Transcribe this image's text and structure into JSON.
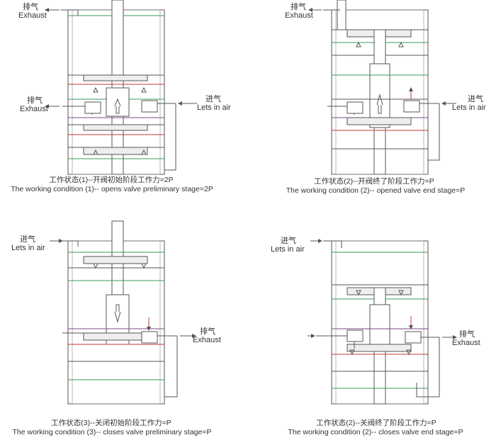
{
  "labels": {
    "exhaust_cn": "排气",
    "exhaust_en": "Exhaust",
    "intake_cn": "进气",
    "intake_en": "Lets in air"
  },
  "panels": [
    {
      "caption_cn": "工作状态(1)--开阀初始阶段工作力=2P",
      "caption_en": "The working condition (1)-- opens valve preliminary stage=2P"
    },
    {
      "caption_cn": "工作状态(2)--开阀终了阶段工作力=P",
      "caption_en": "The working condition (2)-- opened valve end stage=P"
    },
    {
      "caption_cn": "工作状态(3)--关闭初始阶段工作力=P",
      "caption_en": "The working condition (3)-- closes valve preliminary stage=P"
    },
    {
      "caption_cn": "工作状态(2)--关阀终了阶段工作力=P",
      "caption_en": "The working condition (2)-- closes valve end stage=P"
    }
  ],
  "colors": {
    "line": "#555555",
    "green": "#3a9a5a",
    "red": "#c0392b",
    "purple": "#7a4a8a"
  }
}
